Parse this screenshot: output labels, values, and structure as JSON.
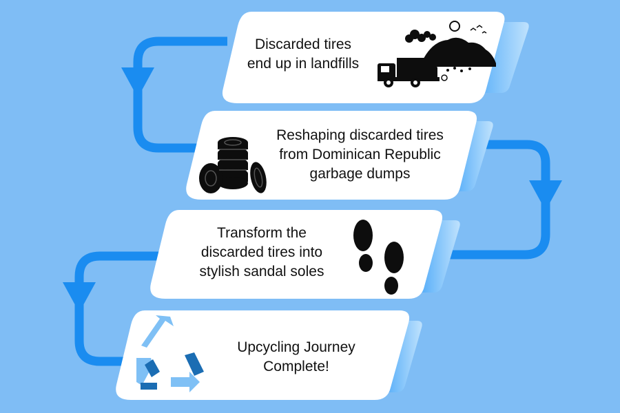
{
  "colors": {
    "background": "#7fbdf5",
    "card": "#ffffff",
    "card_shadow": "#5aabf6",
    "arrow": "#1a8cf0",
    "icon": "#0d0d0d",
    "recycle_light": "#7fc0f5",
    "recycle_dark": "#1b6db3"
  },
  "steps": [
    {
      "lines": [
        "Discarded tires",
        "end up in landfills"
      ],
      "icon": "landfill-truck-icon"
    },
    {
      "lines": [
        "Reshaping discarded tires",
        "from Dominican Republic",
        "garbage dumps"
      ],
      "icon": "tire-stack-icon"
    },
    {
      "lines": [
        "Transform the",
        "discarded tires into",
        "stylish sandal soles"
      ],
      "icon": "footprints-icon"
    },
    {
      "lines": [
        "Upcycling Journey",
        "Complete!"
      ],
      "icon": "recycle-icon"
    }
  ]
}
